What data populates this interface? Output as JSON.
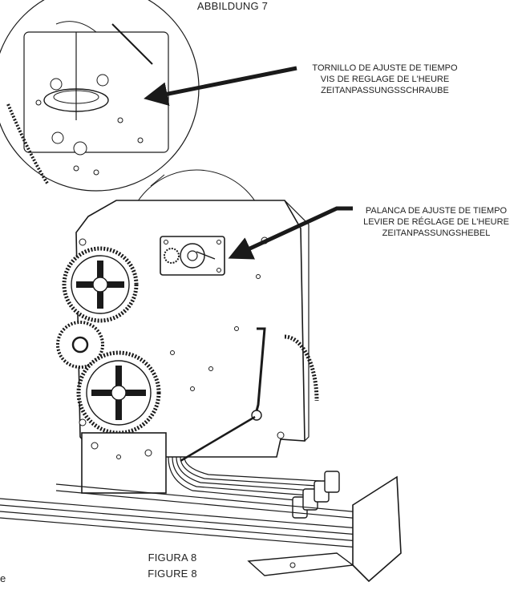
{
  "top_caption": "ABBILDUNG 7",
  "adjust_screw_callout": {
    "line1": "TORNILLO DE AJUSTE DE TIEMPO",
    "line2": "VIS DE REGLAGE DE L'HEURE",
    "line3": "ZEITANPASSUNGSSCHRAUBE"
  },
  "adjust_lever_callout": {
    "line1": "PALANCA DE AJUSTE DE TIEMPO",
    "line2": "LEVIER DE RÉGLAGE DE L'HEURE",
    "line3": "ZEITANPASSUNGSHEBEL"
  },
  "bottom_caption": {
    "line1": "FIGURA 8",
    "line2": "FIGURE 8"
  },
  "edge_fragment": "e",
  "colors": {
    "line": "#1a1a1a",
    "background": "#ffffff",
    "shade": "#9a9a9a"
  }
}
